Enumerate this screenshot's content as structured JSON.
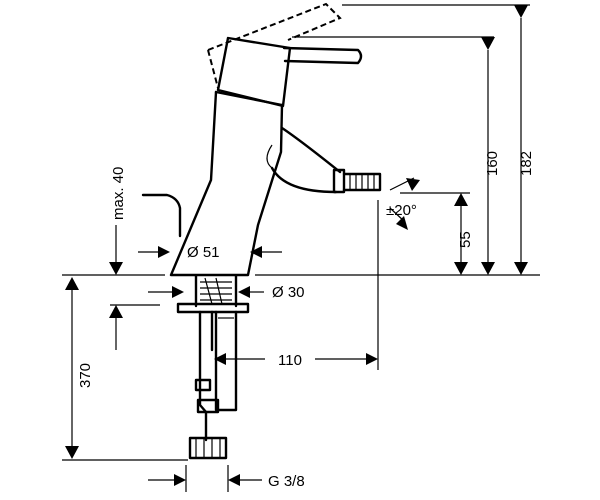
{
  "dimensions": {
    "height_total": "182",
    "height_to_lever": "160",
    "spout_height": "55",
    "max_deck_thickness": "max. 40",
    "body_diameter": "Ø 51",
    "shank_diameter": "Ø 30",
    "swivel_angle": "±20°",
    "spout_reach": "110",
    "connection_length": "370",
    "connection_thread": "G 3/8"
  }
}
